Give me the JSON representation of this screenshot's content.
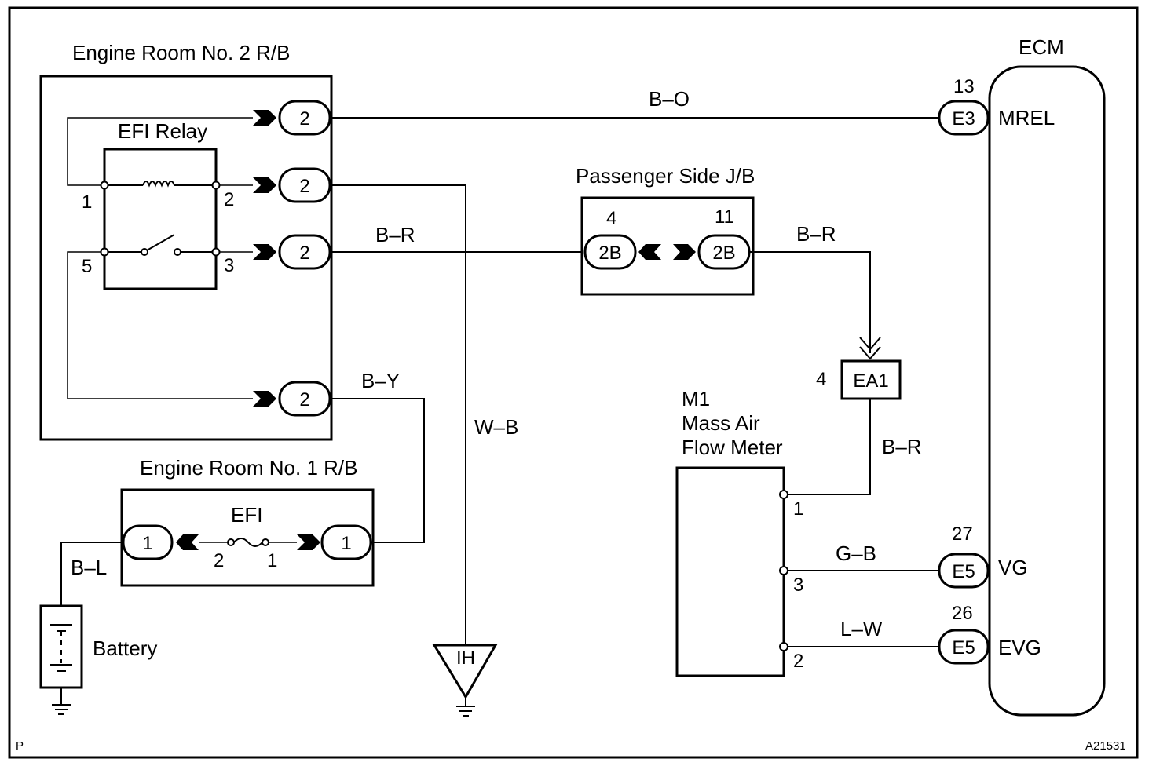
{
  "blocks": {
    "er2": "Engine Room No. 2 R/B",
    "relay": "EFI Relay",
    "er1": "Engine Room No. 1 R/B",
    "efi_fuse": "EFI",
    "jb": "Passenger Side J/B",
    "ecm": "ECM",
    "maf_id": "M1",
    "maf_name_1": "Mass Air",
    "maf_name_2": "Flow Meter",
    "battery": "Battery",
    "ground_ih": "IH"
  },
  "relay_pins": {
    "p1": "1",
    "p2": "2",
    "p3": "3",
    "p5": "5"
  },
  "er2_connectors": {
    "c1": "2",
    "c2": "2",
    "c3": "2",
    "c4": "2"
  },
  "er1_connectors": {
    "left": "1",
    "right": "1"
  },
  "fuse_pins": {
    "left": "2",
    "right": "1"
  },
  "jb_connectors": {
    "left": "2B",
    "right": "2B",
    "left_pin": "4",
    "right_pin": "11"
  },
  "ea1": {
    "label": "EA1",
    "pin": "4"
  },
  "maf_pins": {
    "p1": "1",
    "p3": "3",
    "p2": "2"
  },
  "ecm_pins": {
    "mrel": {
      "conn": "E3",
      "num": "13",
      "name": "MREL"
    },
    "vg": {
      "conn": "E5",
      "num": "27",
      "name": "VG"
    },
    "evg": {
      "conn": "E5",
      "num": "26",
      "name": "EVG"
    }
  },
  "wires": {
    "bo": "B–O",
    "br1": "B–R",
    "br2": "B–R",
    "br3": "B–R",
    "by": "B–Y",
    "wb": "W–B",
    "bl": "B–L",
    "gb": "G–B",
    "lw": "L–W"
  },
  "corner": {
    "left": "P",
    "right": "A21531"
  }
}
